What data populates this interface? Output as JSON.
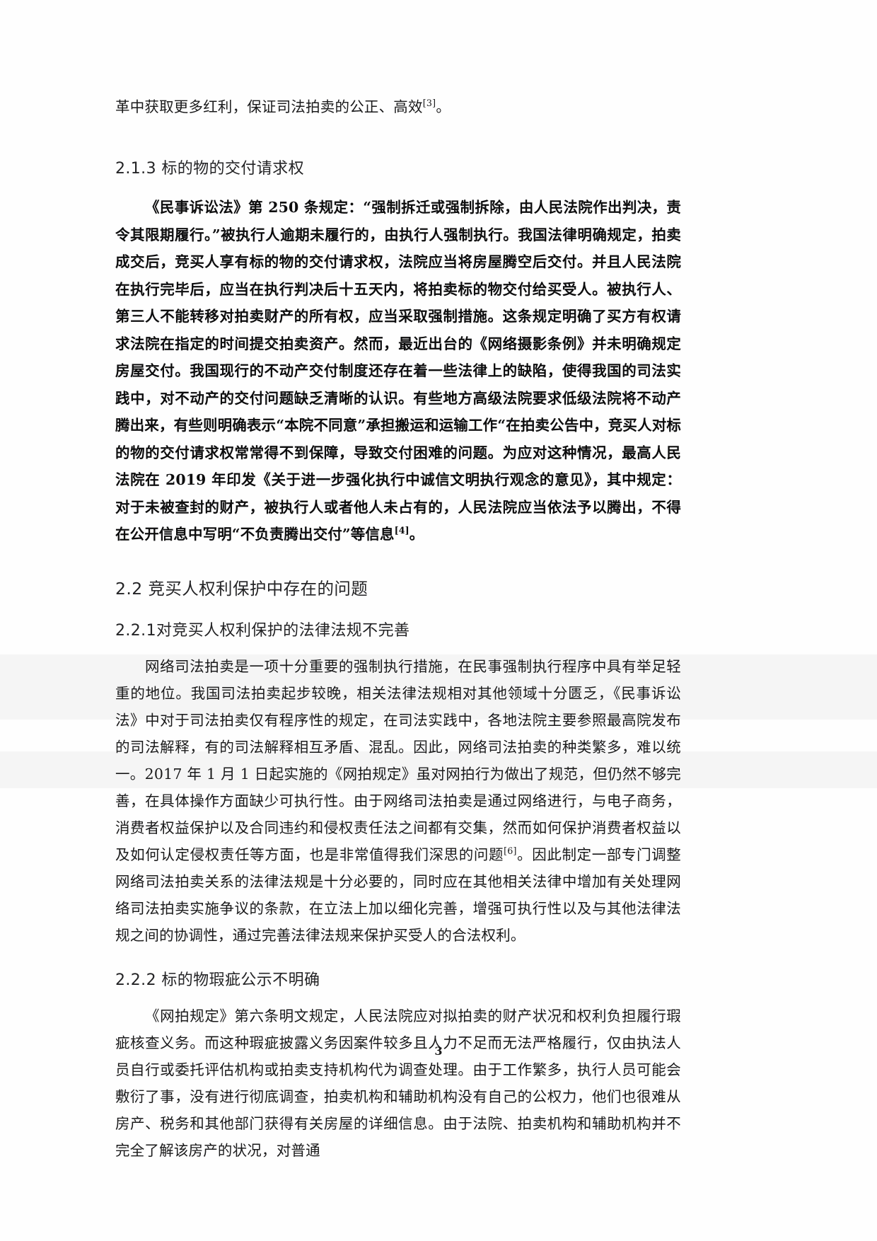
{
  "document": {
    "page_number": "3",
    "language": "zh-CN"
  },
  "body": {
    "continued_paragraph": "革中获取更多红利，保证司法拍卖的公正、高效",
    "continued_paragraph_ref": "[3]",
    "continued_paragraph_tail": "。",
    "heading_213": "2.1.3  标的物的交付请求权",
    "bold_block": "《民事诉讼法》第 250 条规定：“强制拆迁或强制拆除，由人民法院作出判决，责令其限期履行。”被执行人逾期未履行的，由执行人强制执行。我国法律明确规定，拍卖成交后，竞买人享有标的物的交付请求权，法院应当将房屋腾空后交付。并且人民法院在执行完毕后，应当在执行判决后十五天内，将拍卖标的物交付给买受人。被执行人、第三人不能转移对拍卖财产的所有权，应当采取强制措施。这条规定明确了买方有权请求法院在指定的时间提交拍卖资产。然而，最近出台的《网络摄影条例》并未明确规定房屋交付。我国现行的不动产交付制度还存在着一些法律上的缺陷，使得我国的司法实践中，对不动产的交付问题缺乏清晰的认识。有些地方高级法院要求低级法院将不动产腾出来，有些则明确表示“本院不同意”承担搬运和运输工作“在拍卖公告中，竞买人对标的物的交付请求权常常得不到保障，导致交付困难的问题。为应对这种情况，最高人民法院在 2019 年印发《关于进一步强化执行中诚信文明执行观念的意见》，其中规定：对于未被查封的财产，被执行人或者他人未占有的，人民法院应当依法予以腾出，不得在公开信息中写明“不负责腾出交付”等信息",
    "bold_block_ref": "[4]",
    "bold_block_tail": "。",
    "heading_22": "2.2  竞买人权利保护中存在的问题",
    "heading_221": "2.2.1对竞买人权利保护的法律法规不完善",
    "para_221_a": "网络司法拍卖是一项十分重要的强制执行措施，在民事强制执行程序中具有举足轻重的地位。我国司法拍卖起步较晚，相关法律法规相对其他领域十分匮乏，《民事诉讼法》中对于司法拍卖仅有程序性的规定，在司法实践中，各地法院主要参照最高院发布的司法解释，有的司法解释相互矛盾、混乱。因此，网络司法拍卖的种类繁多，难以统一。2017 年 1 月 1 日起实施的《网拍规定》虽对网拍行为做出了规范，但仍然不够完善，在具体操作方面缺少可执行性。由于网络司法拍卖是通过网络进行，与电子商务，消费者权益保护以及合同违约和侵权责任法之间都有交集，然而如何保护消费者权益以及如何认定侵权责任等方面，也是非常值得我们深思的问题",
    "para_221_ref": "[6]",
    "para_221_b": "。因此制定一部专门调整网络司法拍卖关系的法律法规是十分必要的，同时应在其他相关法律中增加有关处理网络司法拍卖实施争议的条款，在立法上加以细化完善，增强可执行性以及与其他法律法规之间的协调性，通过完善法律法规来保护买受人的合法权利。",
    "heading_222": "2.2.2  标的物瑕疵公示不明确",
    "para_222": "《网拍规定》第六条明文规定，人民法院应对拟拍卖的财产状况和权利负担履行瑕疵核查义务。而这种瑕疵披露义务因案件较多且人力不足而无法严格履行，仅由执法人员自行或委托评估机构或拍卖支持机构代为调查处理。由于工作繁多，执行人员可能会敷衍了事，没有进行彻底调查，拍卖机构和辅助机构没有自己的公权力，他们也很难从房产、税务和其他部门获得有关房屋的详细信息。由于法院、拍卖机构和辅助机构并不完全了解该房产的状况，对普通"
  }
}
